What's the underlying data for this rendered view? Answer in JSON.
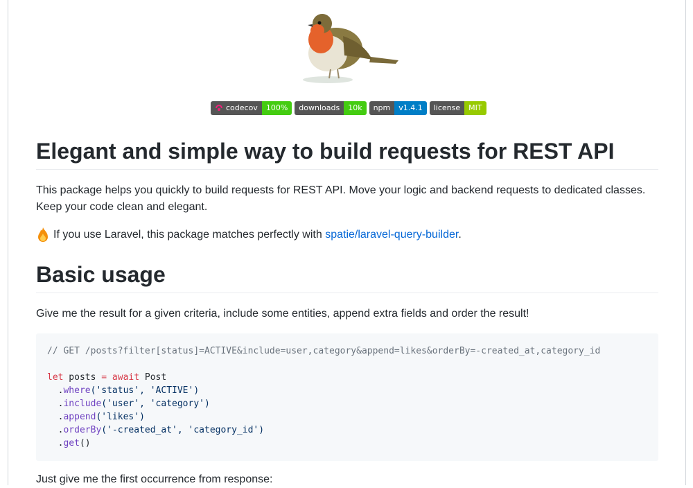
{
  "badges": [
    {
      "label": "codecov",
      "value": "100%",
      "color": "#4c1"
    },
    {
      "label": "downloads",
      "value": "10k",
      "color": "#4c1"
    },
    {
      "label": "npm",
      "value": "v1.4.1",
      "color": "#007ec6"
    },
    {
      "label": "license",
      "value": "MIT",
      "color": "#97ca00"
    }
  ],
  "heading1": "Elegant and simple way to build requests for REST API",
  "intro": "This package helps you quickly to build requests for REST API. Move your logic and backend requests to dedicated classes. Keep your code clean and elegant.",
  "laravel_note": {
    "text": "If you use Laravel, this package matches perfectly with",
    "link": "spatie/laravel-query-builder",
    "suffix": "."
  },
  "heading2": "Basic usage",
  "usage_intro": "Give me the result for a given criteria, include some entities, append extra fields and order the result!",
  "code": {
    "comment": "// GET /posts?filter[status]=ACTIVE&include=user,category&append=likes&orderBy=-created_at,category_id",
    "kw_let": "let",
    "var_posts": " posts ",
    "op_eq": "=",
    "kw_await": " await",
    "class_post": " Post",
    "where_fn": "where",
    "where_args": "('status', 'ACTIVE')",
    "include_fn": "include",
    "include_args": "('user', 'category')",
    "append_fn": "append",
    "append_args": "('likes')",
    "orderby_fn": "orderBy",
    "orderby_args": "('-created_at', 'category_id')",
    "get_fn": "get",
    "get_args": "()"
  },
  "first_occurrence": "Just give me the first occurrence from response:"
}
